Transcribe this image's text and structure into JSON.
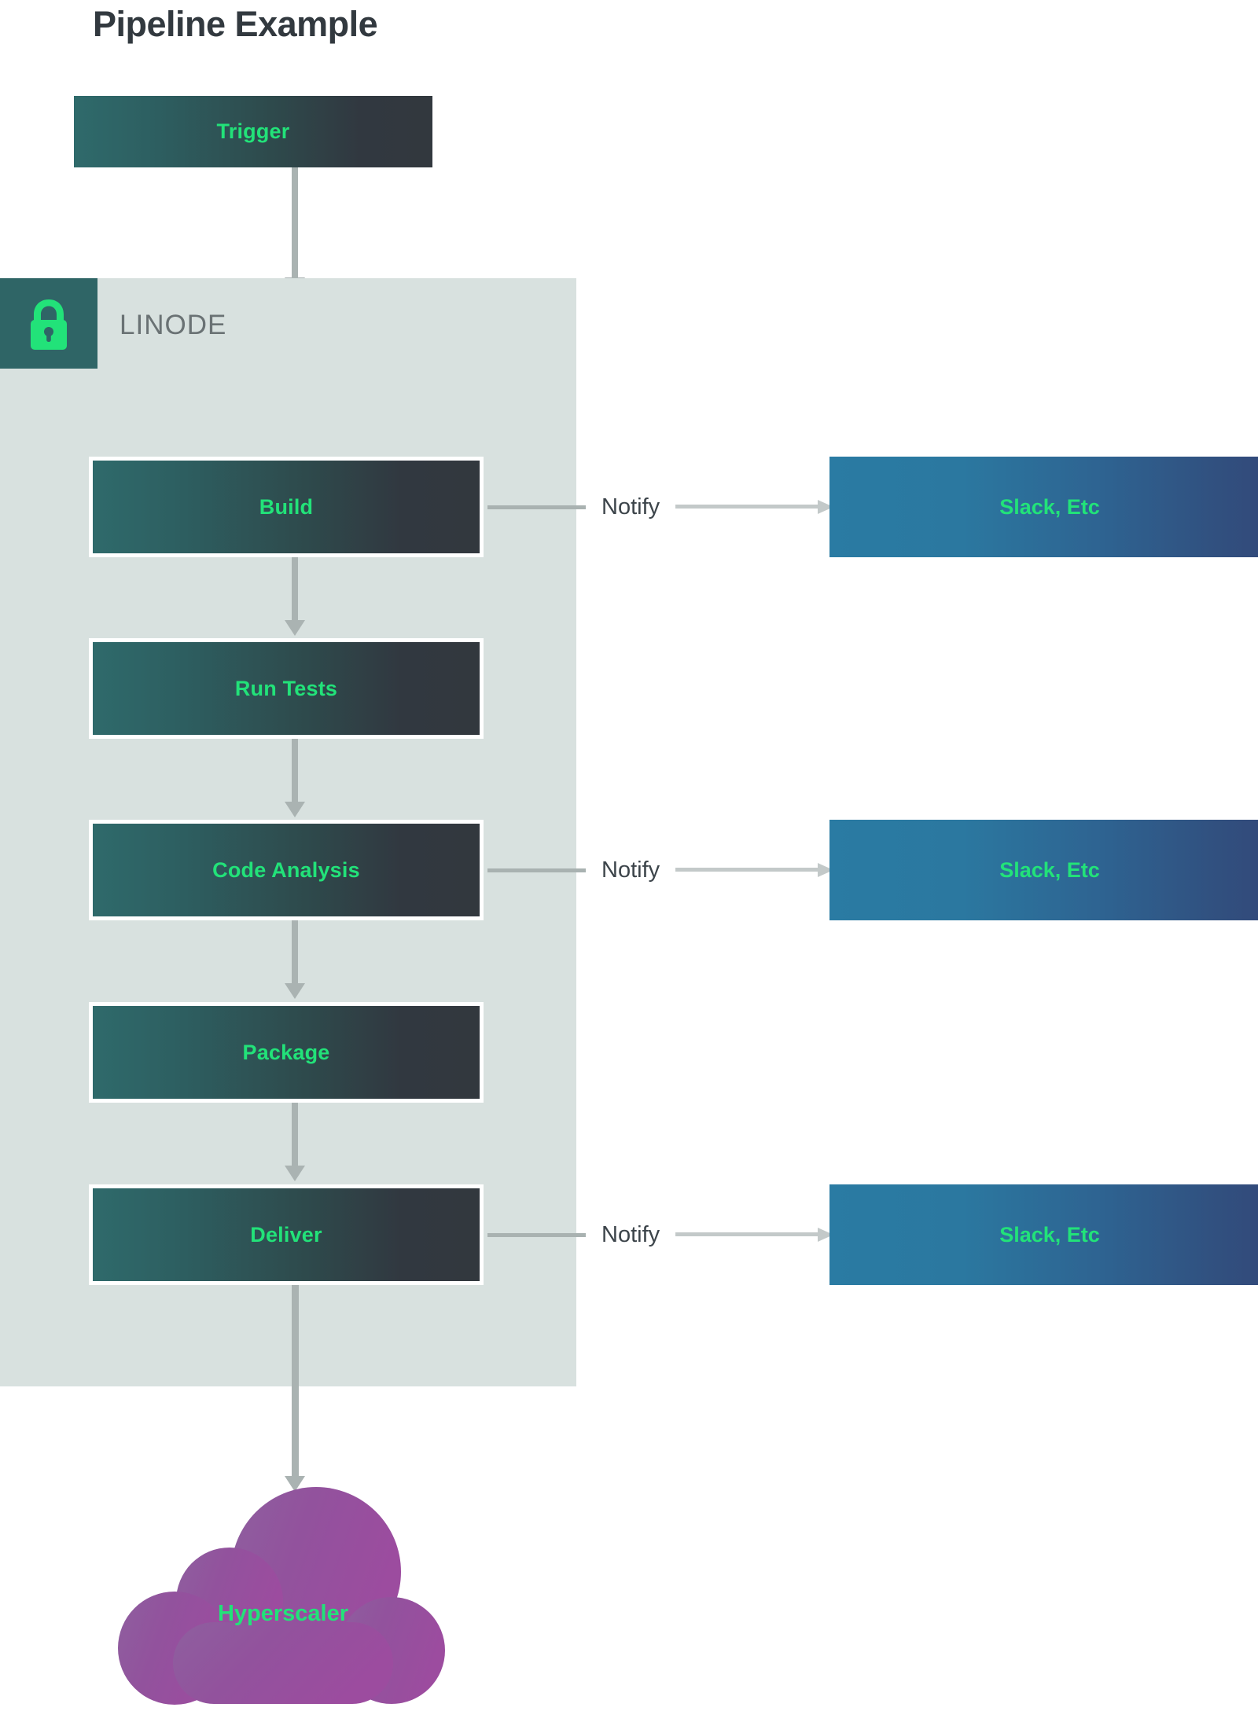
{
  "title": "Pipeline Example",
  "colors": {
    "accent_green": "#22e279",
    "stage_gradient_start": "#2f6a6b",
    "stage_gradient_end": "#32383e",
    "notify_gradient_start": "#2a7ba3",
    "notify_gradient_end": "#32497a",
    "container_bg": "#d8e1df",
    "badge_bg": "#2f6566",
    "cloud_start": "#9a4f9e",
    "cloud_end": "#8c5c9c",
    "arrow_gray": "#aab3b2",
    "title_color": "#32393f",
    "linode_label_color": "#6a7274"
  },
  "trigger": {
    "label": "Trigger"
  },
  "linode": {
    "label": "LINODE",
    "badge_icon": "lock-icon"
  },
  "stages": [
    {
      "id": "build",
      "label": "Build"
    },
    {
      "id": "run-tests",
      "label": "Run Tests"
    },
    {
      "id": "code-analysis",
      "label": "Code Analysis"
    },
    {
      "id": "package",
      "label": "Package"
    },
    {
      "id": "deliver",
      "label": "Deliver"
    }
  ],
  "notifications": [
    {
      "from": "build",
      "connector_label": "Notify",
      "target_label": "Slack, Etc"
    },
    {
      "from": "code-analysis",
      "connector_label": "Notify",
      "target_label": "Slack, Etc"
    },
    {
      "from": "deliver",
      "connector_label": "Notify",
      "target_label": "Slack, Etc"
    }
  ],
  "cloud": {
    "label": "Hyperscaler",
    "icon": "cloud-shape"
  },
  "chart_data": {
    "type": "diagram",
    "title": "Pipeline Example",
    "nodes": [
      {
        "id": "trigger",
        "label": "Trigger",
        "shape": "rect",
        "group": null
      },
      {
        "id": "build",
        "label": "Build",
        "shape": "rect",
        "group": "LINODE"
      },
      {
        "id": "run-tests",
        "label": "Run Tests",
        "shape": "rect",
        "group": "LINODE"
      },
      {
        "id": "code-analysis",
        "label": "Code Analysis",
        "shape": "rect",
        "group": "LINODE"
      },
      {
        "id": "package",
        "label": "Package",
        "shape": "rect",
        "group": "LINODE"
      },
      {
        "id": "deliver",
        "label": "Deliver",
        "shape": "rect",
        "group": "LINODE"
      },
      {
        "id": "slack-1",
        "label": "Slack, Etc",
        "shape": "rect",
        "group": null
      },
      {
        "id": "slack-2",
        "label": "Slack, Etc",
        "shape": "rect",
        "group": null
      },
      {
        "id": "slack-3",
        "label": "Slack, Etc",
        "shape": "rect",
        "group": null
      },
      {
        "id": "hyperscaler",
        "label": "Hyperscaler",
        "shape": "cloud",
        "group": null
      }
    ],
    "edges": [
      {
        "from": "trigger",
        "to": "build",
        "label": ""
      },
      {
        "from": "build",
        "to": "run-tests",
        "label": ""
      },
      {
        "from": "run-tests",
        "to": "code-analysis",
        "label": ""
      },
      {
        "from": "code-analysis",
        "to": "package",
        "label": ""
      },
      {
        "from": "package",
        "to": "deliver",
        "label": ""
      },
      {
        "from": "deliver",
        "to": "hyperscaler",
        "label": ""
      },
      {
        "from": "build",
        "to": "slack-1",
        "label": "Notify"
      },
      {
        "from": "code-analysis",
        "to": "slack-2",
        "label": "Notify"
      },
      {
        "from": "deliver",
        "to": "slack-3",
        "label": "Notify"
      }
    ],
    "groups": [
      {
        "id": "linode",
        "label": "LINODE",
        "members": [
          "build",
          "run-tests",
          "code-analysis",
          "package",
          "deliver"
        ]
      }
    ]
  }
}
